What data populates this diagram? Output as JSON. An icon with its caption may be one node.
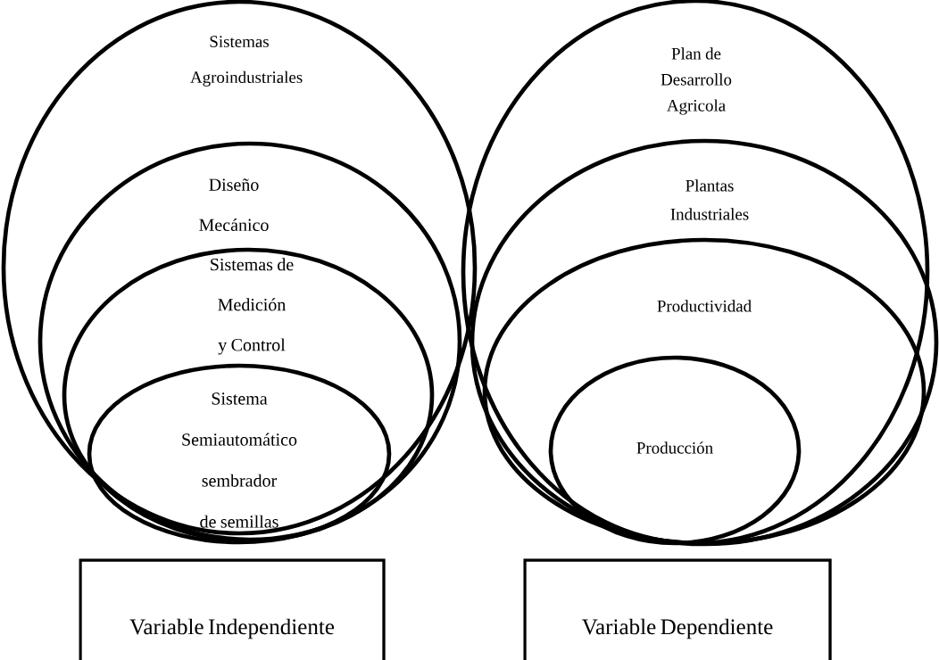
{
  "diagram": {
    "nodes": [
      {
        "text": [
          "Sistemas Agroindustriales"
        ]
      },
      {
        "text": [
          "Diseño Mecánico"
        ],
        "in": 0
      },
      {
        "text": [
          "Sistemas de Medición y Control"
        ],
        "in": 1
      },
      {
        "text": [
          "Sistema Semiautomático sembrador de semillas"
        ],
        "in": 2
      },
      {
        "text": [
          "Plan de Desarrollo Agricola"
        ]
      },
      {
        "text": [
          "Plantas Industriales"
        ],
        "in": 4
      },
      {
        "text": [
          "Productividad"
        ],
        "in": 5
      },
      {
        "text": [
          "Producción"
        ],
        "in": 6
      },
      {
        "text": [
          "Variable Independiente"
        ]
      },
      {
        "text": [
          "Variable Dependiente"
        ]
      }
    ]
  }
}
